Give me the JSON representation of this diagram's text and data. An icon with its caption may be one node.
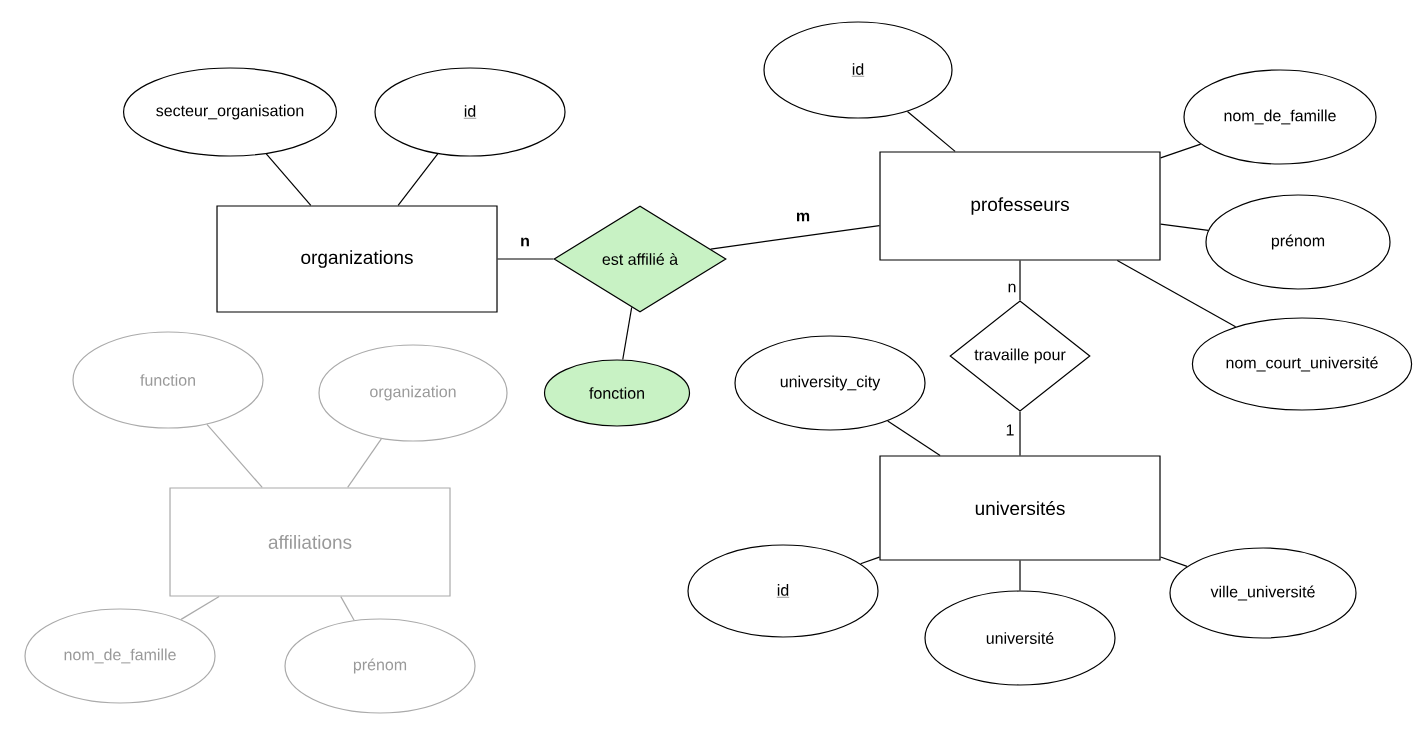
{
  "diagram": {
    "nodes": [
      {
        "text": [
          "secteur_organisation"
        ]
      },
      {
        "text": [
          "id"
        ]
      },
      {
        "text": [
          "organizations"
        ]
      },
      {
        "text": [
          "est affilié à"
        ]
      },
      {
        "text": [
          "fonction"
        ]
      },
      {
        "text": [
          "id"
        ]
      },
      {
        "text": [
          "nom_de_famille"
        ]
      },
      {
        "text": [
          "professeurs"
        ]
      },
      {
        "text": [
          "prénom"
        ]
      },
      {
        "text": [
          "nom_court_université"
        ]
      },
      {
        "text": [
          "travaille pour"
        ]
      },
      {
        "text": [
          "university_city"
        ]
      },
      {
        "text": [
          "universités"
        ]
      },
      {
        "text": [
          "id"
        ]
      },
      {
        "text": [
          "ville_université"
        ]
      },
      {
        "text": [
          "université"
        ]
      },
      {
        "text": [
          "function"
        ]
      },
      {
        "text": [
          "organization"
        ]
      },
      {
        "text": [
          "affiliations"
        ]
      },
      {
        "text": [
          "nom_de_famille"
        ]
      },
      {
        "text": [
          "prénom"
        ]
      }
    ],
    "edges": [
      {
        "from": 0,
        "to": 2,
        "arrow": "none"
      },
      {
        "from": 1,
        "to": 2,
        "arrow": "none"
      },
      {
        "from": 2,
        "to": 3,
        "arrow": "none",
        "label": "n"
      },
      {
        "from": 3,
        "to": 7,
        "arrow": "none",
        "label": "m"
      },
      {
        "from": 3,
        "to": 4,
        "arrow": "none"
      },
      {
        "from": 5,
        "to": 7,
        "arrow": "none"
      },
      {
        "from": 6,
        "to": 7,
        "arrow": "none"
      },
      {
        "from": 8,
        "to": 7,
        "arrow": "none"
      },
      {
        "from": 9,
        "to": 7,
        "arrow": "none"
      },
      {
        "from": 7,
        "to": 10,
        "arrow": "none",
        "label": "n"
      },
      {
        "from": 10,
        "to": 12,
        "arrow": "none",
        "label": "1"
      },
      {
        "from": 11,
        "to": 12,
        "arrow": "none"
      },
      {
        "from": 13,
        "to": 12,
        "arrow": "none"
      },
      {
        "from": 15,
        "to": 12,
        "arrow": "none"
      },
      {
        "from": 14,
        "to": 12,
        "arrow": "none"
      },
      {
        "from": 16,
        "to": 18,
        "arrow": "none",
        "color": "#aaaaaa"
      },
      {
        "from": 17,
        "to": 18,
        "arrow": "none",
        "color": "#aaaaaa"
      },
      {
        "from": 19,
        "to": 18,
        "arrow": "none",
        "color": "#aaaaaa"
      },
      {
        "from": 20,
        "to": 18,
        "arrow": "none",
        "color": "#aaaaaa"
      }
    ]
  }
}
